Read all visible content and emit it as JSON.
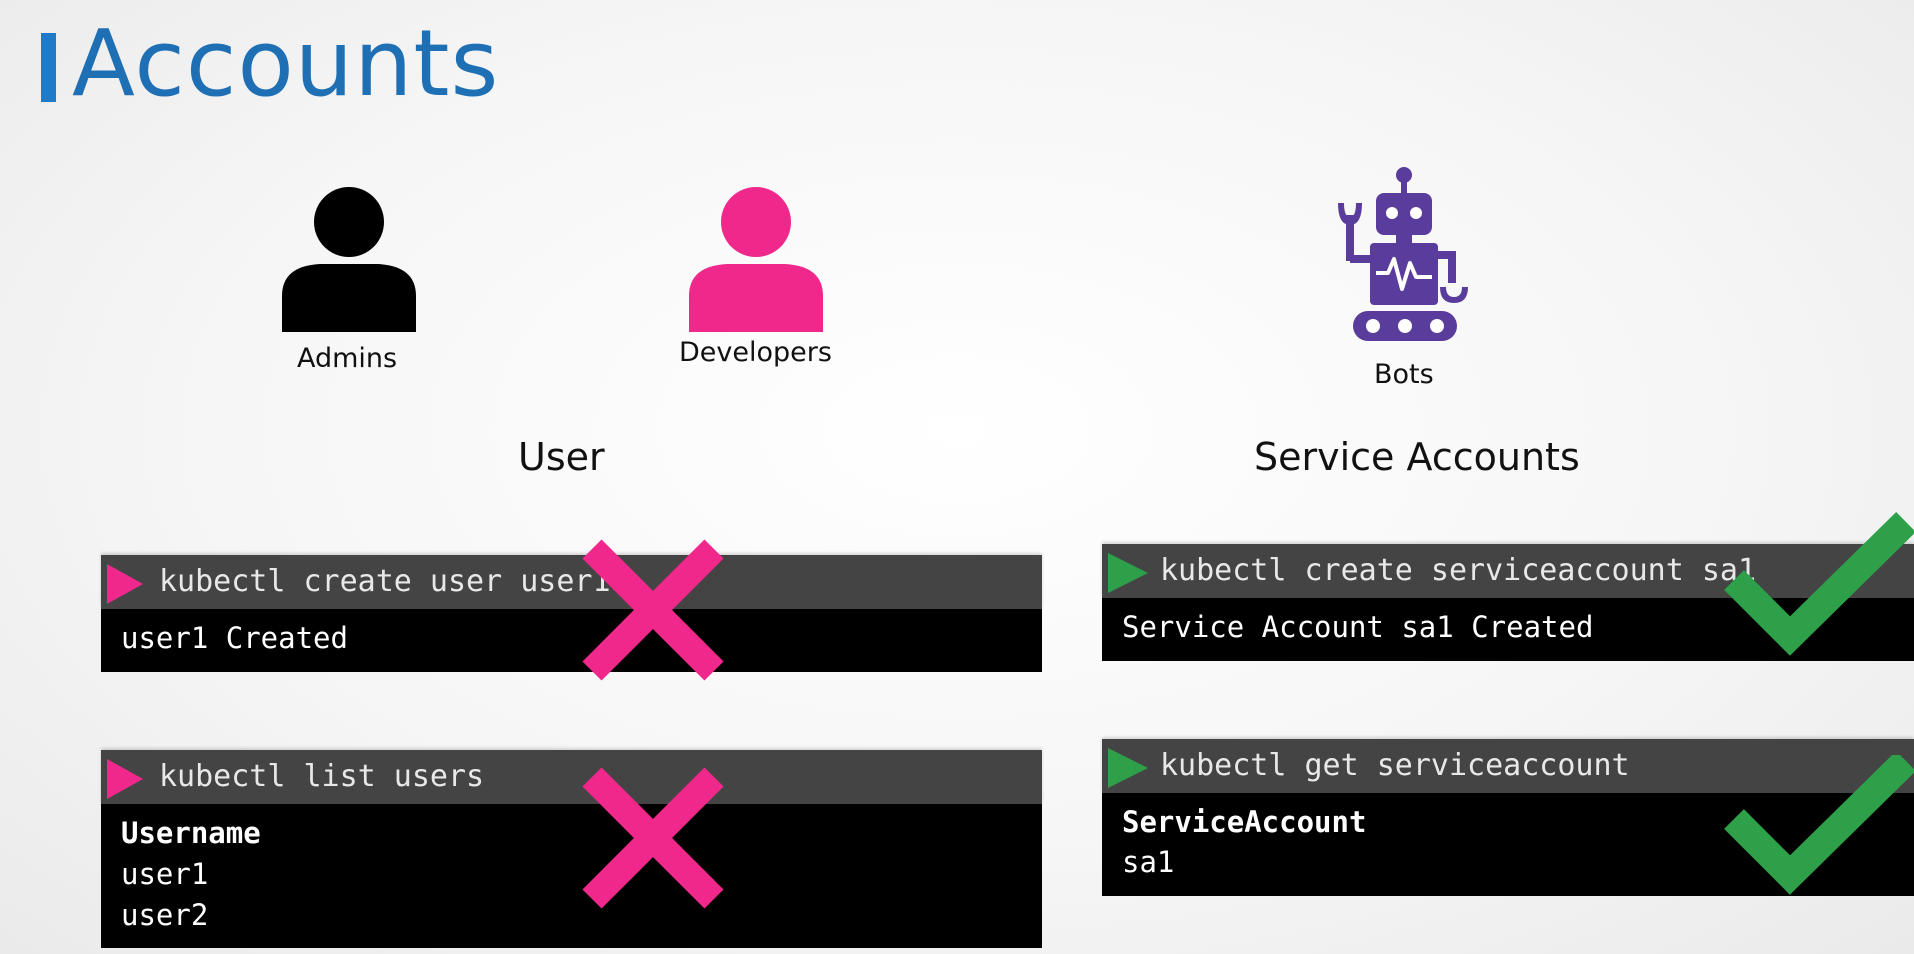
{
  "page": {
    "title": "Accounts"
  },
  "icons": {
    "admins": "person-icon",
    "developers": "person-icon",
    "bots": "robot-icon",
    "wrong": "cross-icon",
    "right": "checkmark-icon",
    "prompt": "play-triangle-icon"
  },
  "colors": {
    "title": "#1f6fb5",
    "accent_bar": "#1f7ac8",
    "admins": "#000000",
    "developers": "#f0288c",
    "bots": "#5a3c9c",
    "cross": "#f0288c",
    "check": "#2ea04a",
    "prompt_user": "#f0288c",
    "prompt_sa": "#2ea04a"
  },
  "groups": {
    "admins_label": "Admins",
    "developers_label": "Developers",
    "bots_label": "Bots"
  },
  "sections": {
    "user_heading": "User",
    "service_heading": "Service Accounts"
  },
  "terminals": {
    "create_user": {
      "command": "kubectl create user user1",
      "output": [
        "user1 Created"
      ],
      "valid": false
    },
    "list_users": {
      "command": "kubectl list users",
      "output": [
        "Username",
        "user1",
        "user2"
      ],
      "valid": false
    },
    "create_sa": {
      "command": "kubectl create serviceaccount sa1",
      "output": [
        "Service Account sa1 Created"
      ],
      "valid": true
    },
    "get_sa": {
      "command": "kubectl get serviceaccount",
      "output": [
        "ServiceAccount",
        "sa1"
      ],
      "valid": true
    }
  }
}
